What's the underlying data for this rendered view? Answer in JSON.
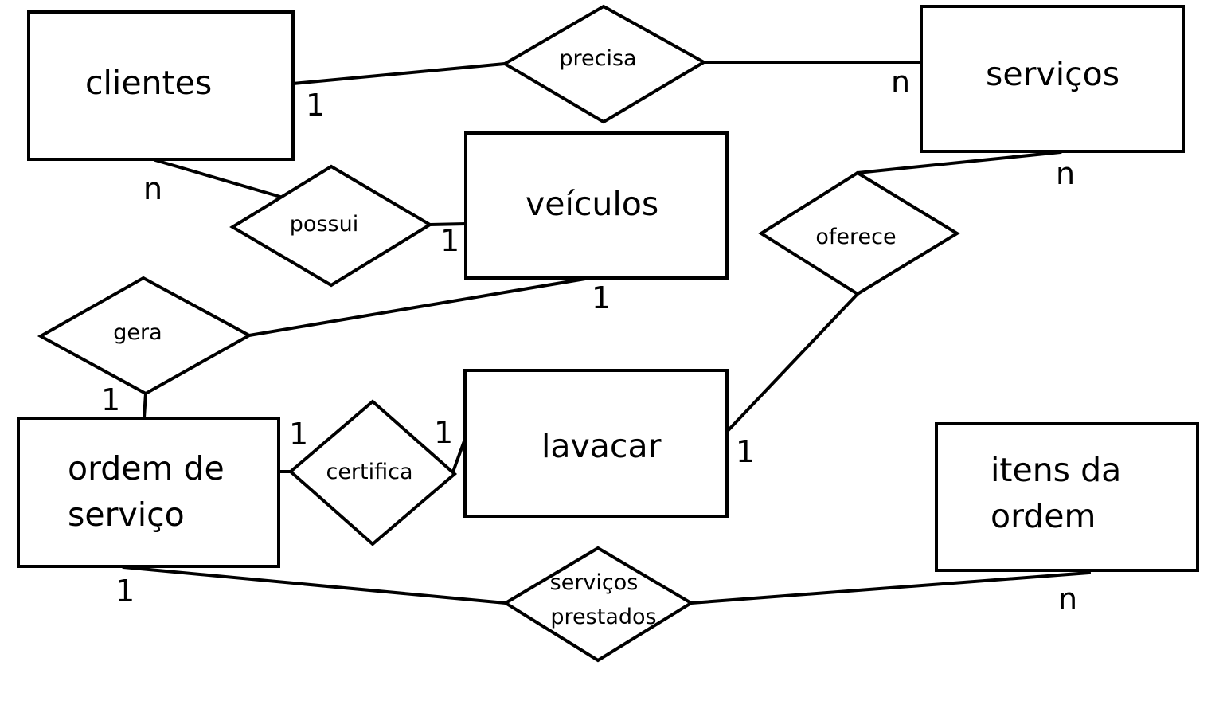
{
  "entities": {
    "clientes": "clientes",
    "servicos": "serviços",
    "veiculos": "veículos",
    "lavacar": "lavacar",
    "ordem_servico": [
      "ordem de",
      "serviço"
    ],
    "itens_ordem": [
      "itens da",
      "ordem"
    ]
  },
  "relationships": {
    "precisa": "precisa",
    "possui": "possui",
    "oferece": "oferece",
    "gera": "gera",
    "certifica": "certifica",
    "servicos_prestados": [
      "serviços",
      "prestados"
    ]
  },
  "cardinalities": {
    "clientes_precisa": "1",
    "servicos_precisa": "n",
    "clientes_possui": "n",
    "veiculos_possui": "1",
    "servicos_oferece": "n",
    "veiculos_gera": "1",
    "ordem_gera": "1",
    "ordem_certifica": "1",
    "lavacar_certifica": "1",
    "lavacar_oferece": "1",
    "ordem_prestados": "1",
    "itens_prestados": "n"
  }
}
